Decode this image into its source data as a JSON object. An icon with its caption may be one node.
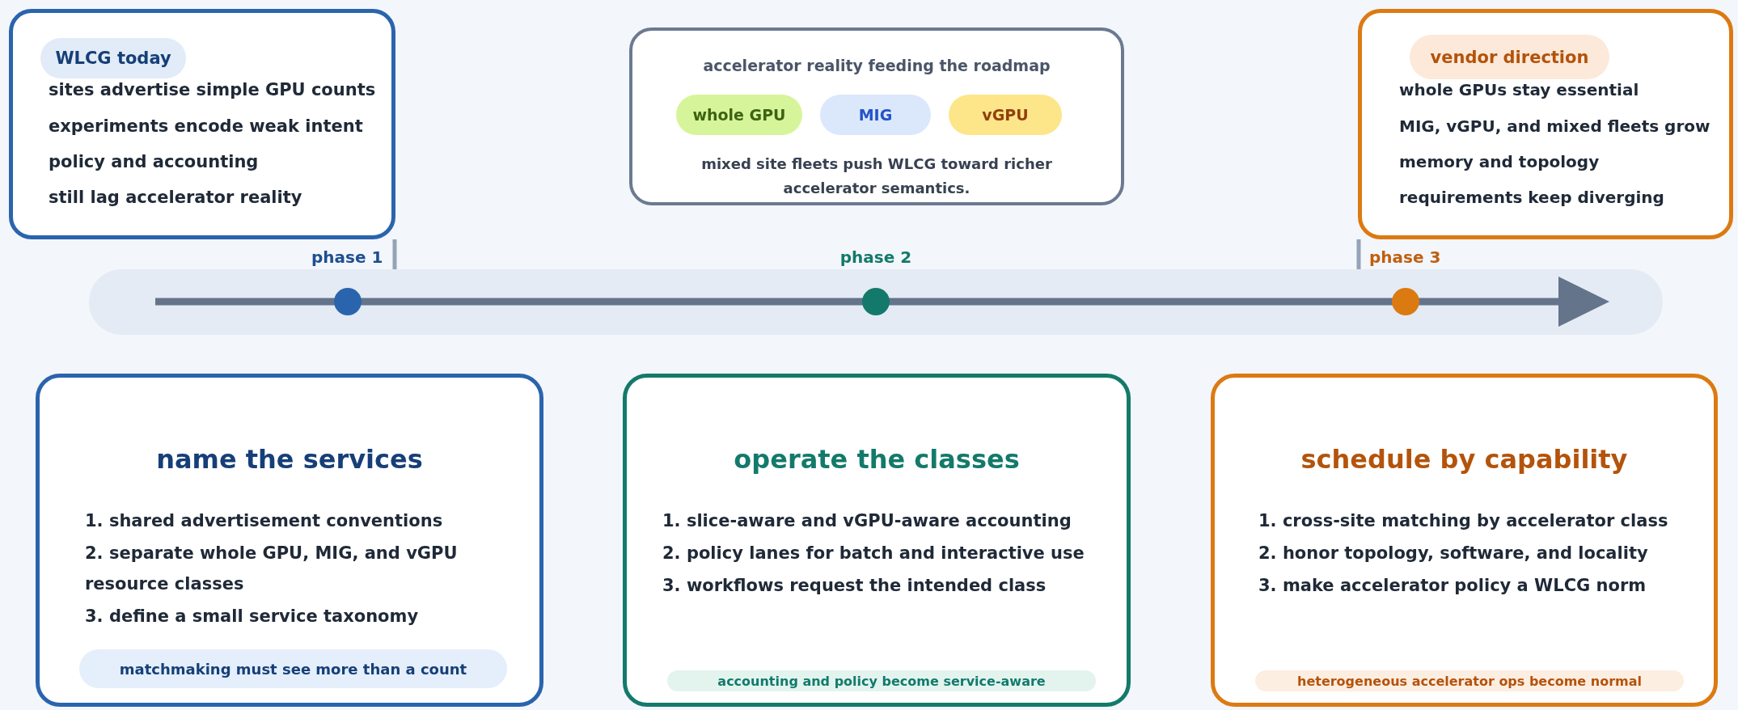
{
  "diagram": {
    "nodes": [
      {
        "text": [
          "sites advertise simple GPU counts",
          "experiments encode weak intent",
          "policy and accounting",
          "still lag accelerator reality"
        ]
      },
      {
        "text": [
          "WLCG today"
        ],
        "in": 0
      },
      {
        "text": [
          "accelerator reality feeding the roadmap",
          "mixed site fleets push WLCG toward richer accelerator semantics."
        ]
      },
      {
        "text": [
          "whole GPU"
        ],
        "in": 2
      },
      {
        "text": [
          "MIG"
        ],
        "in": 2
      },
      {
        "text": [
          "vGPU"
        ],
        "in": 2
      },
      {
        "text": [
          "whole GPUs stay essential",
          "MIG, vGPU, and mixed fleets grow",
          "memory and topology",
          "requirements keep diverging"
        ]
      },
      {
        "text": [
          "vendor direction"
        ],
        "in": 6
      },
      {
        "text": [
          "name the services",
          "1. shared advertisement conventions",
          "2. separate whole GPU, MIG, and vGPU resource classes",
          "3. define a small service taxonomy"
        ]
      },
      {
        "text": [
          "matchmaking must see more than a count"
        ],
        "in": 8
      },
      {
        "text": [
          "operate the classes",
          "1. slice-aware and vGPU-aware accounting",
          "2. policy lanes for batch and interactive use",
          "3. workflows request the intended class"
        ]
      },
      {
        "text": [
          "accounting and policy become service-aware"
        ],
        "in": 10
      },
      {
        "text": [
          "schedule by capability",
          "1. cross-site matching by accelerator class",
          "2. honor topology, software, and locality",
          "3. make accelerator policy a WLCG norm"
        ]
      },
      {
        "text": [
          "heterogeneous accelerator ops become normal"
        ],
        "in": 12
      }
    ],
    "labels": [
      "phase 1",
      "phase 2",
      "phase 3"
    ]
  }
}
